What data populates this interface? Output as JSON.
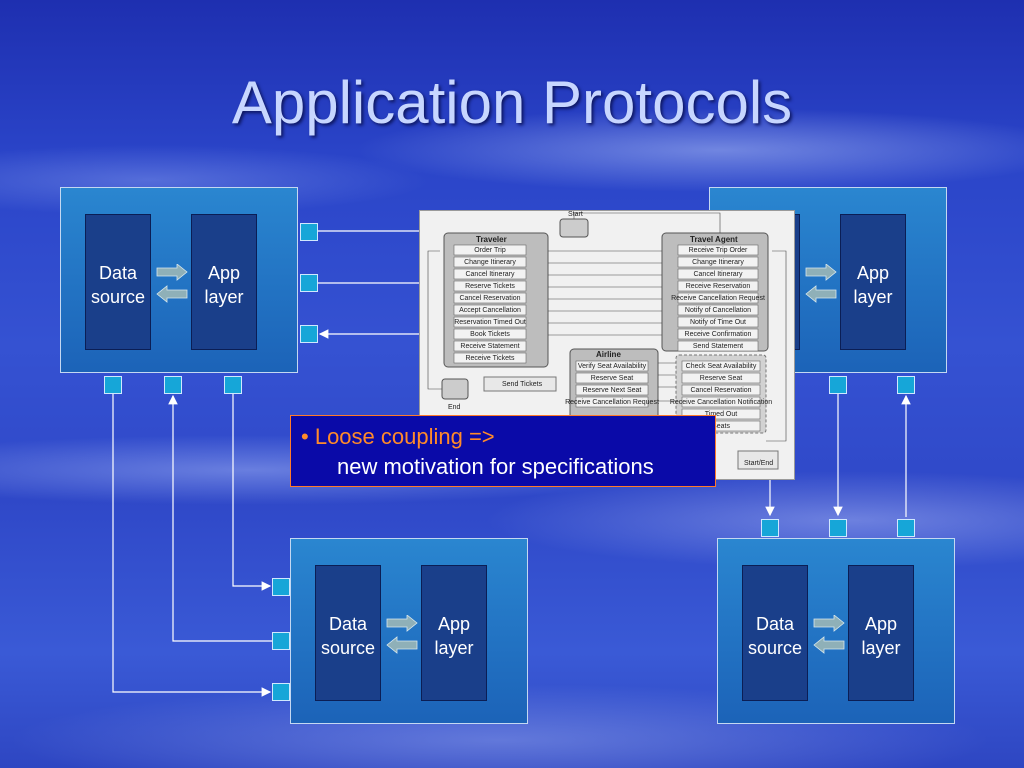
{
  "slide": {
    "title": "Application Protocols",
    "callout": {
      "bullet": "•",
      "line1": "Loose coupling =>",
      "line2": "new motivation for specifications"
    }
  },
  "nodes": [
    {
      "id": "top-left",
      "data_label_1": "Data",
      "data_label_2": "source",
      "app_label_1": "App",
      "app_label_2": "layer"
    },
    {
      "id": "top-right",
      "data_label_1": "",
      "data_label_2": "",
      "app_label_1": "App",
      "app_label_2": "layer"
    },
    {
      "id": "bottom-left",
      "data_label_1": "Data",
      "data_label_2": "source",
      "app_label_1": "App",
      "app_label_2": "layer"
    },
    {
      "id": "bottom-right",
      "data_label_1": "Data",
      "data_label_2": "source",
      "app_label_1": "App",
      "app_label_2": "layer"
    }
  ],
  "choreography": {
    "start_label": "Start",
    "end_label": "End",
    "startend_label": "Start/End",
    "traveler": {
      "title": "Traveler",
      "steps": [
        "Order Trip",
        "Change Itinerary",
        "Cancel Itinerary",
        "Reserve Tickets",
        "Cancel Reservation",
        "Accept Cancellation",
        "Reservation Timed Out",
        "Book Tickets",
        "Receive Statement",
        "Receive Tickets"
      ]
    },
    "travel_agent": {
      "title": "Travel Agent",
      "steps": [
        "Receive Trip Order",
        "Change Itinerary",
        "Cancel Itinerary",
        "Receive Reservation",
        "Receive Cancellation Request",
        "Notify of Cancellation",
        "Notify of Time Out",
        "Receive Confirmation",
        "Send Statement"
      ]
    },
    "airline": {
      "title": "Airline",
      "steps": [
        "Verify Seat Availability",
        "Reserve Seat",
        "Reserve Next Seat",
        "Receive Cancellation Request"
      ]
    },
    "lower_right": {
      "steps": [
        "Check Seat Availability",
        "Reserve Seat",
        "Cancel Reservation",
        "Receive Cancellation Notification",
        "Timed Out",
        "Seats"
      ]
    },
    "send_tickets": "Send Tickets"
  },
  "colors": {
    "accent": "#ff8a2a",
    "callout_bg": "#0a0aa8",
    "title": "#c7d6ff",
    "port": "#16a6d8"
  }
}
